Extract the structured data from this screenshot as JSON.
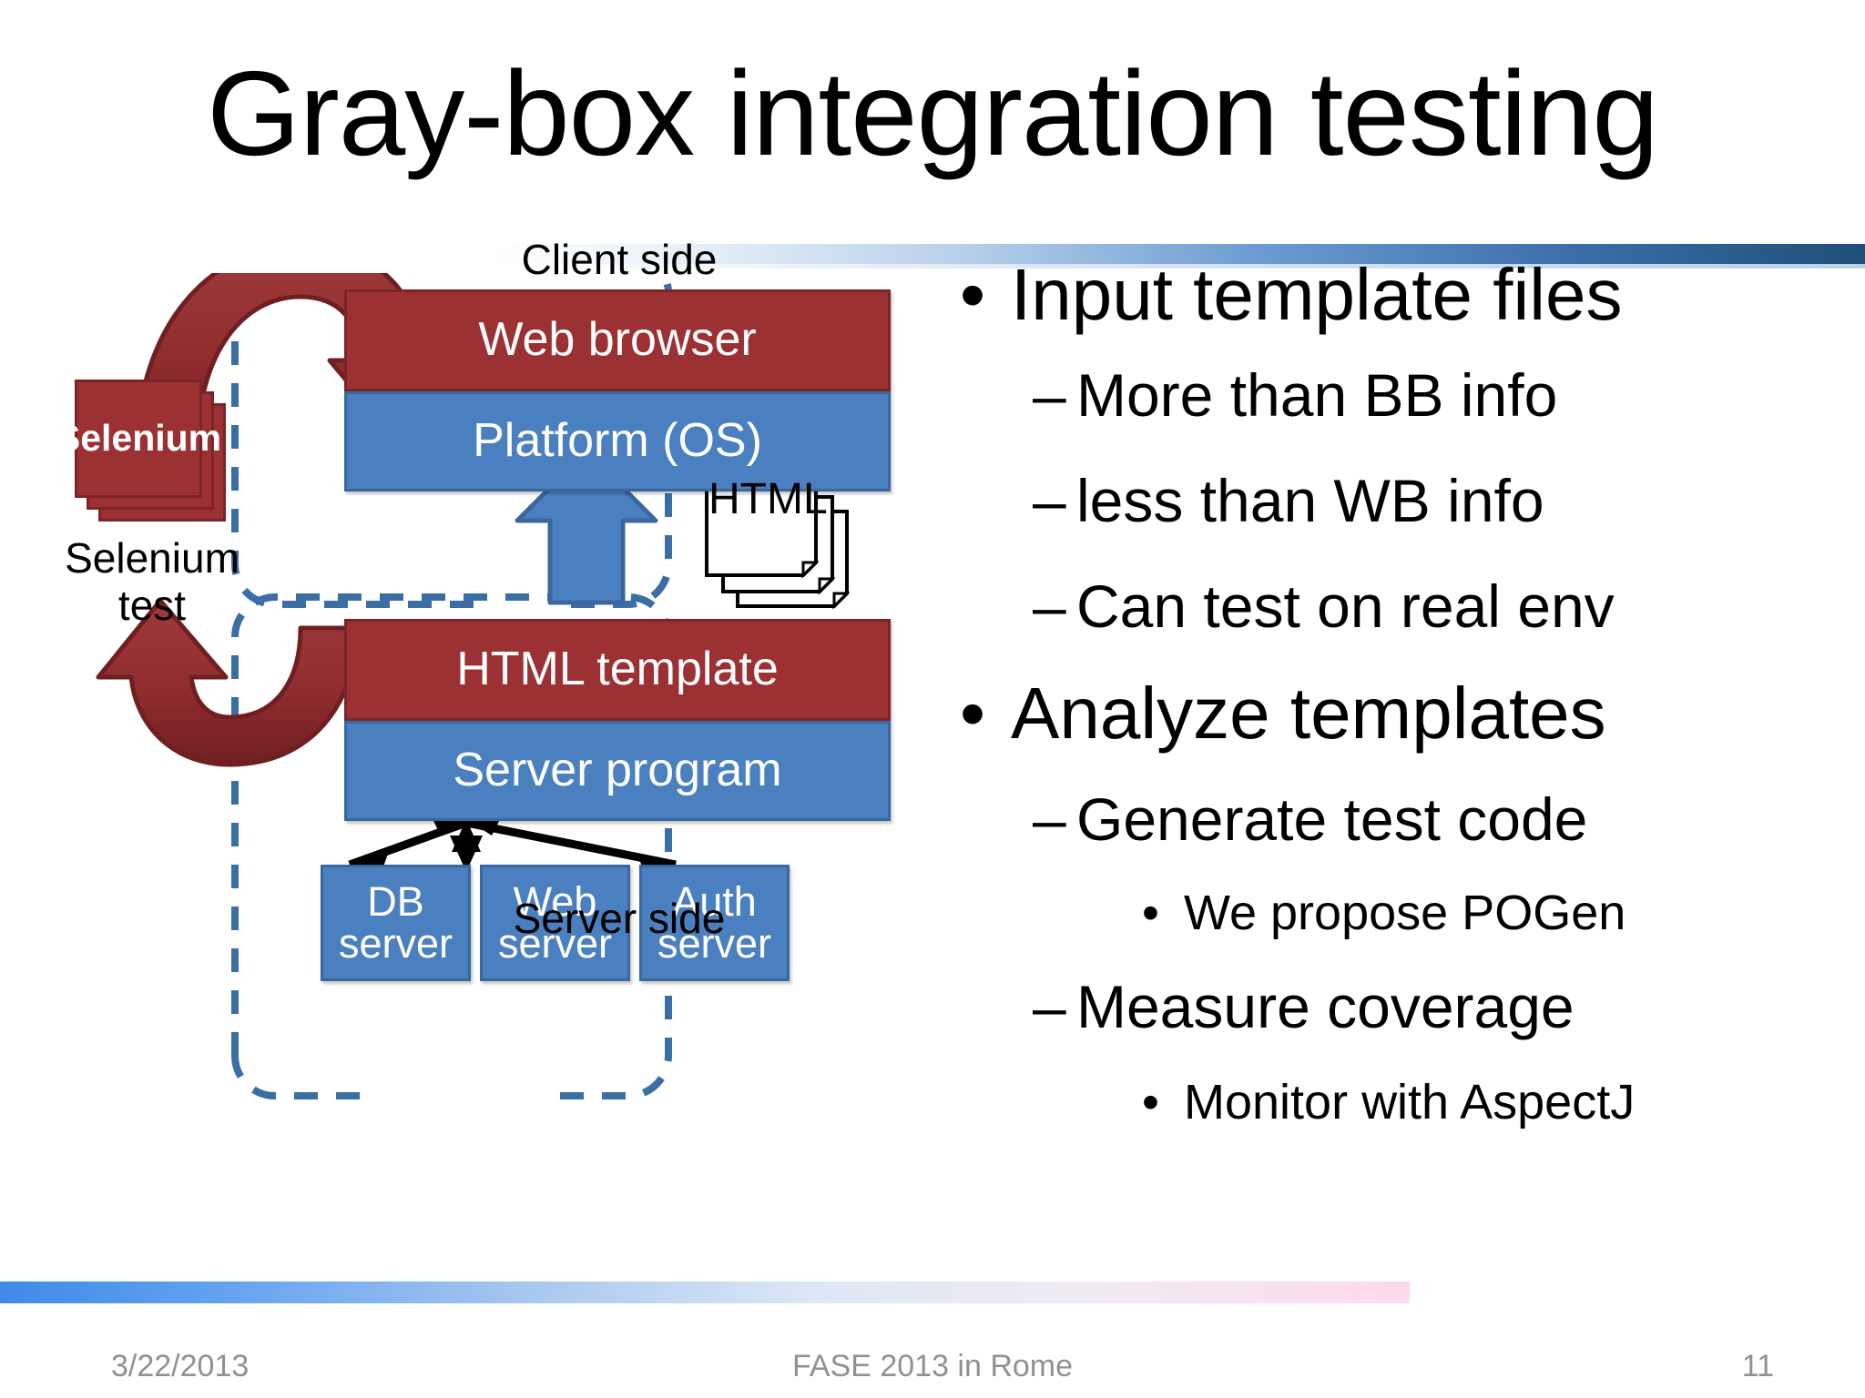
{
  "slide": {
    "title": "Gray-box integration testing",
    "page_number": "11"
  },
  "footer": {
    "date": "3/22/2013",
    "event": "FASE 2013 in Rome",
    "page": "11"
  },
  "diagram": {
    "client_side_label": "Client side",
    "server_side_label": "Server side",
    "selenium_card_line1": "Sele",
    "selenium_card_line2": "nium",
    "selenium_test_label": "Selenium test",
    "html_docs_label": "HTML",
    "boxes": [
      {
        "id": "web-browser",
        "label": "Web browser",
        "color": "#9c3134"
      },
      {
        "id": "platform",
        "label": "Platform (OS)",
        "color": "#4a80bf"
      },
      {
        "id": "html-template",
        "label": "HTML template",
        "color": "#9c3134"
      },
      {
        "id": "server-program",
        "label": "Server program",
        "color": "#4a80bf"
      },
      {
        "id": "db-server",
        "label": "DB server",
        "color": "#4a80bf"
      },
      {
        "id": "web-server",
        "label": "Web server",
        "color": "#4a80bf"
      },
      {
        "id": "auth-server",
        "label": "Auth server",
        "color": "#4a80bf"
      }
    ],
    "colors": {
      "red_fill": "#9c3134",
      "red_border": "#7b2427",
      "blue_fill": "#4a80bf",
      "blue_border": "#3a679c",
      "dashed_boundary": "#3a6ea5",
      "curved_arrow": "#8f2c2e",
      "up_arrow": "#4a80bf"
    }
  },
  "bullets": [
    {
      "level": 1,
      "marker": "•",
      "text": "Input template files",
      "children": [
        {
          "level": 2,
          "marker": "–",
          "text": "More than BB info"
        },
        {
          "level": 2,
          "marker": "–",
          "text": "less than WB info"
        },
        {
          "level": 2,
          "marker": "–",
          "text": "Can test on real env"
        }
      ]
    },
    {
      "level": 1,
      "marker": "•",
      "text": "Analyze templates",
      "children": [
        {
          "level": 2,
          "marker": "–",
          "text": "Generate test code",
          "children": [
            {
              "level": 3,
              "marker": "•",
              "text": "We propose POGen"
            }
          ]
        },
        {
          "level": 2,
          "marker": "–",
          "text": "Measure coverage",
          "children": [
            {
              "level": 3,
              "marker": "•",
              "text": "Monitor with AspectJ"
            }
          ]
        }
      ]
    }
  ],
  "bullet_lines": [
    {
      "marker": "•",
      "text": "Input template files"
    },
    {
      "marker": "–",
      "text": "More than BB info"
    },
    {
      "marker": "–",
      "text": "less than WB info"
    },
    {
      "marker": "–",
      "text": "Can test on real env"
    },
    {
      "marker": "•",
      "text": "Analyze templates"
    },
    {
      "marker": "–",
      "text": "Generate test code"
    },
    {
      "marker": "•",
      "text": "We propose POGen"
    },
    {
      "marker": "–",
      "text": "Measure coverage"
    },
    {
      "marker": "•",
      "text": "Monitor with AspectJ"
    }
  ]
}
